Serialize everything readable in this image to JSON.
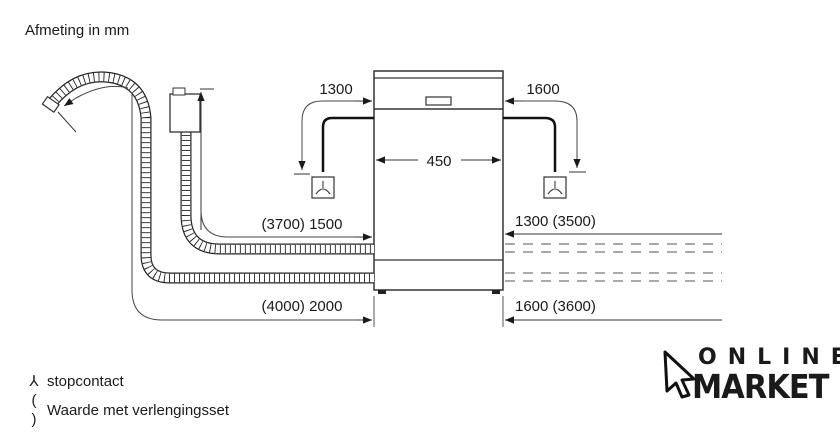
{
  "title": "Afmeting in mm",
  "dimensions": {
    "width": "450",
    "power_cord_left": "1300",
    "power_cord_right": "1600",
    "inlet_left": "(3700) 1500",
    "inlet_right": "1300 (3500)",
    "drain_left": "(4000) 2000",
    "drain_right": "1600 (3600)"
  },
  "legend": [
    {
      "symbol": "socket-icon",
      "glyph": "⅄",
      "label": "stopcontact"
    },
    {
      "symbol": "parentheses",
      "glyph": "( )",
      "label": "Waarde met verlengingsset"
    }
  ],
  "logo": {
    "line1": "ONLINE",
    "line2": "MARKET",
    "icon": "cursor-arrow-icon"
  }
}
